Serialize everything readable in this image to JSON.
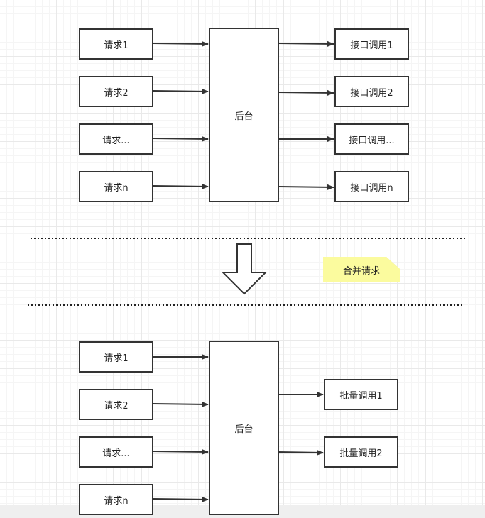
{
  "top": {
    "requests": [
      "请求1",
      "请求2",
      "请求...",
      "请求n"
    ],
    "backend": "后台",
    "calls": [
      "接口调用1",
      "接口调用2",
      "接口调用...",
      "接口调用n"
    ]
  },
  "note": "合并请求",
  "bottom": {
    "requests": [
      "请求1",
      "请求2",
      "请求...",
      "请求n"
    ],
    "backend": "后台",
    "batch_calls": [
      "批量调用1",
      "批量调用2"
    ]
  },
  "colors": {
    "stroke": "#333333",
    "note_fill": "#fbfb9e",
    "note_fold": "#d8d890",
    "grid": "#e9e9e9"
  }
}
